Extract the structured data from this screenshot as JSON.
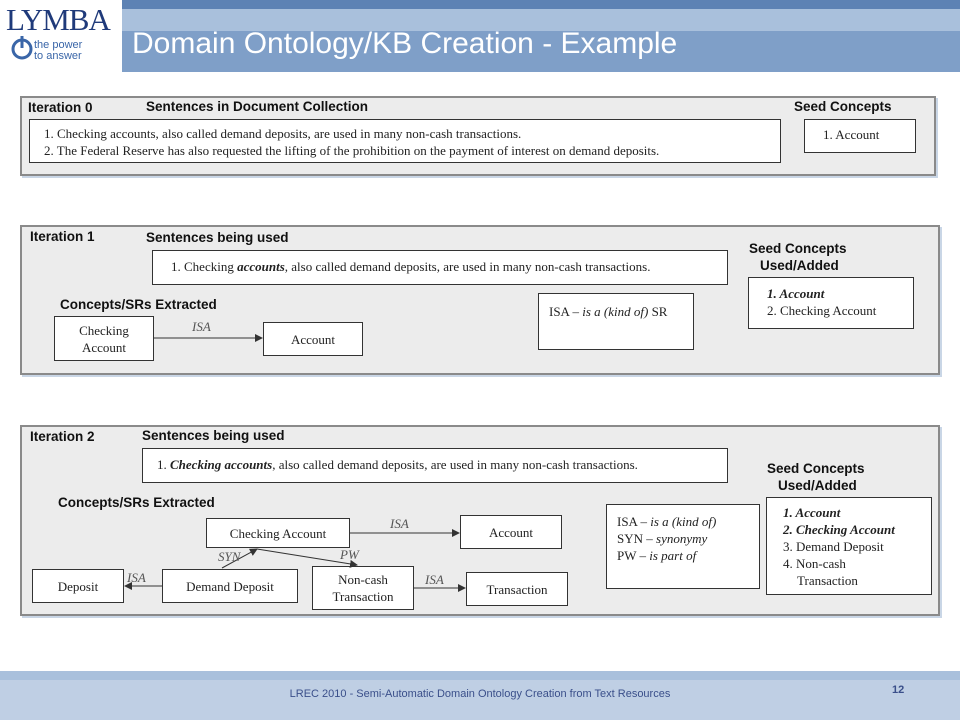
{
  "header": {
    "logo_text": "LYMBA",
    "logo_tagline_1": "the power",
    "logo_tagline_2": "to answer",
    "title": "Domain Ontology/KB Creation - Example"
  },
  "iteration0": {
    "label": "Iteration 0",
    "sentences_heading": "Sentences in Document Collection",
    "sentences": [
      "1.  Checking accounts, also called demand deposits, are used in many non-cash transactions.",
      "2.  The Federal Reserve has also requested the lifting of the prohibition on the payment of interest on demand deposits."
    ],
    "seed_heading": "Seed Concepts",
    "seed_items": [
      "1.  Account"
    ]
  },
  "iteration1": {
    "label": "Iteration 1",
    "sentences_heading": "Sentences being used",
    "sentence_prefix": "1.  Checking ",
    "sentence_emph": "accounts",
    "sentence_suffix": ", also called demand deposits, are used in many non-cash transactions.",
    "seed_heading_1": "Seed Concepts",
    "seed_heading_2": "Used/Added",
    "seed_items": [
      "1.  Account",
      "2.  Checking Account"
    ],
    "concepts_heading": "Concepts/SRs Extracted",
    "nodes": {
      "checking_account_1": "Checking",
      "checking_account_2": "Account",
      "account": "Account"
    },
    "edge_isa": "ISA",
    "legend_prefix": "ISA – ",
    "legend_emph": "is a (kind of)",
    "legend_suffix": " SR"
  },
  "iteration2": {
    "label": "Iteration 2",
    "sentences_heading": "Sentences being used",
    "sentence_prefix": "1.  ",
    "sentence_emph": "Checking accounts",
    "sentence_suffix": ", also called demand deposits, are used in many non-cash transactions.",
    "seed_heading_1": "Seed Concepts",
    "seed_heading_2": "Used/Added",
    "seed_items": [
      "1.  Account",
      "2.  Checking Account",
      "3.  Demand Deposit",
      "4.  Non-cash",
      "Transaction"
    ],
    "concepts_heading": "Concepts/SRs Extracted",
    "nodes": {
      "checking_account": "Checking Account",
      "account": "Account",
      "deposit": "Deposit",
      "demand_deposit": "Demand Deposit",
      "noncash_1": "Non-cash",
      "noncash_2": "Transaction",
      "transaction": "Transaction"
    },
    "edges": {
      "isa_top": "ISA",
      "syn": "SYN",
      "pw": "PW",
      "isa_left": "ISA",
      "isa_right": "ISA"
    },
    "legend": [
      {
        "prefix": "ISA – ",
        "emph": "is a (kind of)"
      },
      {
        "prefix": "SYN – ",
        "emph": "synonymy"
      },
      {
        "prefix": "PW – ",
        "emph": "is part of"
      }
    ]
  },
  "footer": {
    "text": "LREC 2010 - Semi-Automatic Domain Ontology  Creation from Text Resources",
    "page": "12"
  }
}
